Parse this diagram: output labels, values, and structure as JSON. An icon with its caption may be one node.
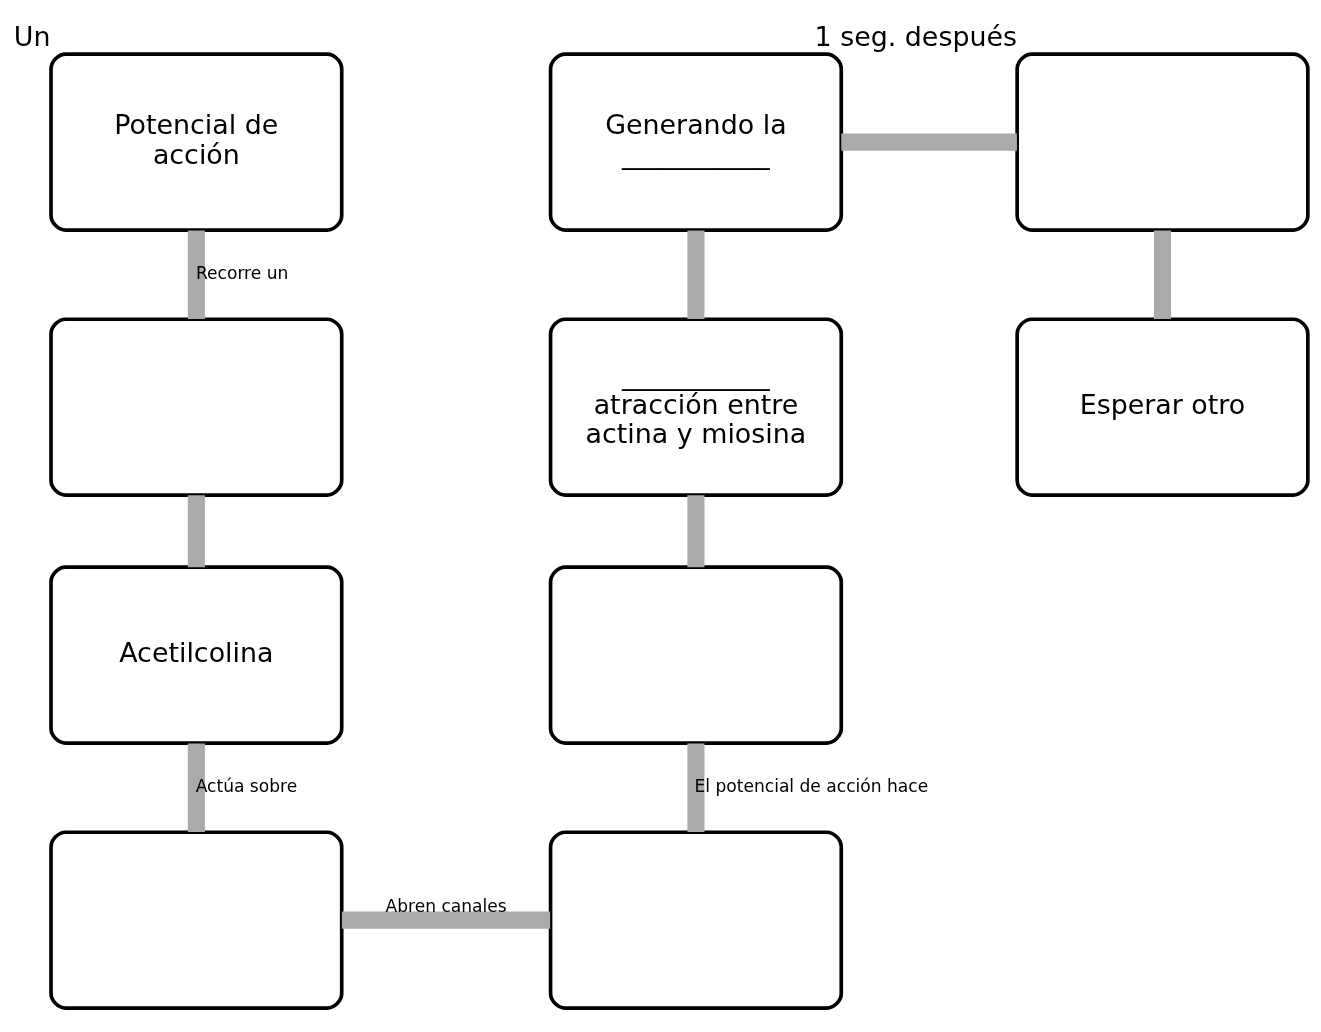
{
  "diagram": {
    "nodes": [
      {
        "text": [
          "Potencial de acción"
        ],
        "beside": [
          "Un"
        ]
      },
      {
        "text": [],
        "shape": "box"
      },
      {
        "text": [
          "Acetilcolina"
        ]
      },
      {
        "text": [],
        "shape": "box"
      },
      {
        "text": [],
        "shape": "box"
      },
      {
        "text": [],
        "shape": "box"
      },
      {
        "text": [
          "___________ atracción entre actina y miosina"
        ]
      },
      {
        "text": [
          "Generando la ___________"
        ]
      },
      {
        "text": [],
        "shape": "box",
        "beside": [
          "1 seg. después"
        ]
      },
      {
        "text": [
          "Esperar otro"
        ]
      }
    ],
    "edges": [
      {
        "from": 0,
        "to": 1,
        "arrow": "none",
        "label": "Recorre un"
      },
      {
        "from": 1,
        "to": 2,
        "arrow": "none"
      },
      {
        "from": 2,
        "to": 3,
        "arrow": "none",
        "label": "Actúa sobre"
      },
      {
        "from": 3,
        "to": 4,
        "arrow": "none",
        "label": "Abren canales"
      },
      {
        "from": 4,
        "to": 5,
        "arrow": "none",
        "label": "El potencial de acción hace"
      },
      {
        "from": 5,
        "to": 6,
        "arrow": "none"
      },
      {
        "from": 6,
        "to": 7,
        "arrow": "none"
      },
      {
        "from": 7,
        "to": 8,
        "arrow": "none"
      },
      {
        "from": 8,
        "to": 9,
        "arrow": "none"
      }
    ]
  }
}
